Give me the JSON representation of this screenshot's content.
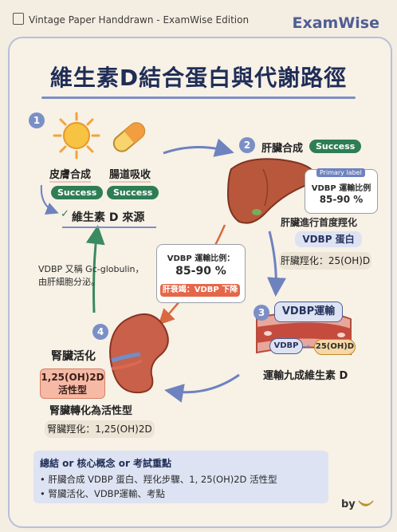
{
  "header": {
    "note": "Vintage Paper Handdrawn - ExamWise Edition",
    "brand": "ExamWise"
  },
  "title": "維生素D結合蛋白與代謝路徑",
  "step1": {
    "number": "1",
    "skin_label": "皮膚合成",
    "gut_label": "腸道吸收",
    "skin_status": "Success",
    "gut_status": "Success",
    "source_label": "維生素 D 來源"
  },
  "step2": {
    "number": "2",
    "title": "肝臟合成",
    "status": "Success",
    "primary_label": "Primary label",
    "ratio_label": "VDBP 運輸比例",
    "ratio_value": "85-90 %",
    "hydroxylation_label": "肝臟進行首度羥化",
    "protein_chip": "VDBP 蛋白",
    "result": "肝臟羥化：25(OH)D"
  },
  "step3": {
    "number": "3",
    "title": "VDBP運輸",
    "carrier": "VDBP",
    "cargo": "25(OH)D",
    "caption": "運輸九成維生素 D"
  },
  "step4": {
    "number": "4",
    "title": "腎臟活化",
    "active_form_line1": "1,25(OH)2D",
    "active_form_line2": "活性型",
    "caption": "腎臟轉化為活性型",
    "result": "腎臟羥化：1,25(OH)2D"
  },
  "center_box": {
    "label": "VDBP 運輸比例：",
    "value": "85-90 %",
    "warning": "肝衰竭：VDBP 下降"
  },
  "side_note": {
    "line1": "VDBP 又稱 Gc-globulin，",
    "line2": "由肝細胞分泌。"
  },
  "summary": {
    "heading": "總結 or 核心概念 or 考試重點",
    "bullets": [
      "肝臟合成 VDBP 蛋白、羥化步驟、1, 25(OH)2D 活性型",
      "腎臟活化、VDBP運輸、考點"
    ]
  },
  "footer": {
    "by": "by"
  },
  "colors": {
    "accent": "#7b8fc7",
    "success": "#2f7d55",
    "warning": "#e5674a",
    "liver": "#b8573b",
    "kidney": "#c8604a"
  },
  "icons": [
    "sun-icon",
    "capsule-icon",
    "liver-icon",
    "kidney-icon",
    "blood-vessel-icon",
    "banana-icon",
    "paper-icon"
  ]
}
